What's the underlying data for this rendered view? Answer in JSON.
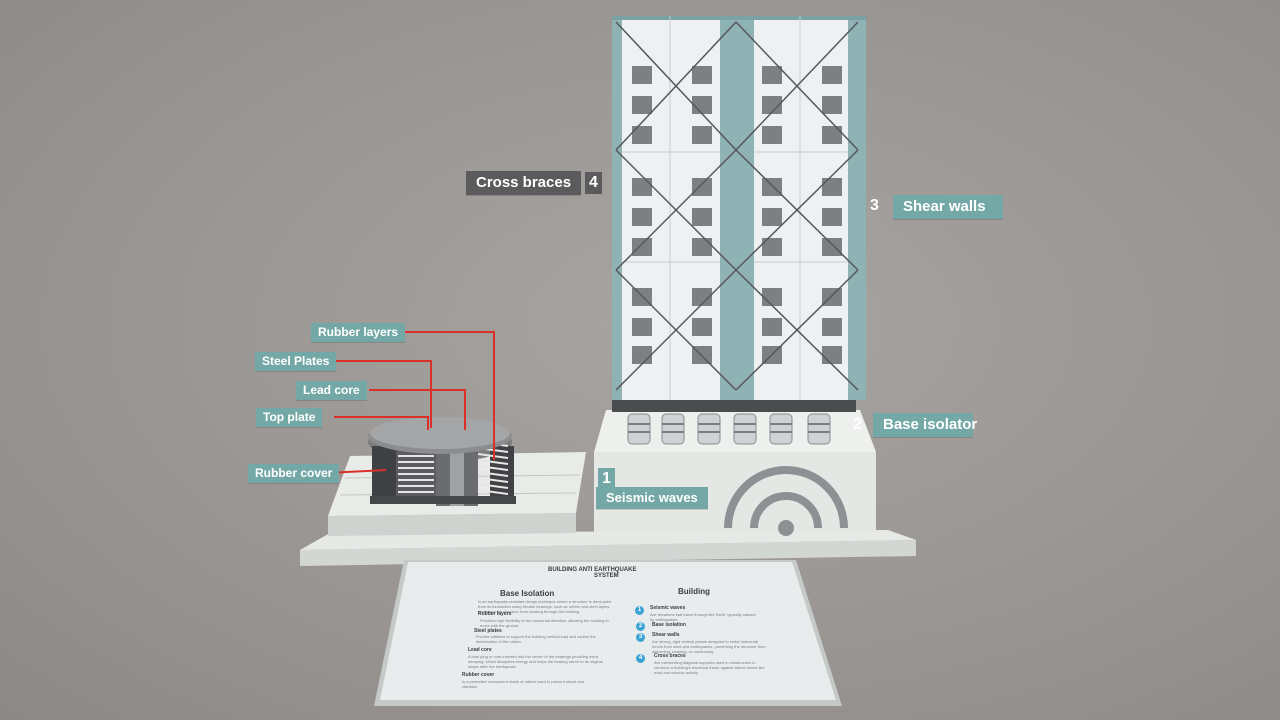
{
  "labels": {
    "rubber_layers": "Rubber layers",
    "steel_plates": "Steel Plates",
    "lead_core": "Lead core",
    "top_plate": "Top plate",
    "rubber_cover": "Rubber cover",
    "cross_braces": "Cross braces",
    "cross_braces_num": "4",
    "shear_walls": "Shear walls",
    "shear_walls_num": "3",
    "base_isolator": "Base isolator",
    "base_isolator_num": "2",
    "seismic_waves": "Seismic waves",
    "seismic_waves_num": "1"
  },
  "info_card": {
    "title_line1": "BUILDING ANTI EARTHQUAKE",
    "title_line2": "SYSTEM",
    "left_heading": "Base Isolation",
    "left_intro": "Is an earthquake-resistant design technique where a structure is decoupled from its foundation using flexible bearings, such as rubber and steel layers protecting the structure from shaking through the building.",
    "left_items": [
      {
        "title": "Rubber layers",
        "text": "Provides high flexibility in the horizontal direction, allowing the building to move with the ground."
      },
      {
        "title": "Steel plates",
        "text": "Provide stiffness to support the building vertical load and control the deformation of the rubber."
      },
      {
        "title": "Lead core",
        "text": "A lead plug or core inserted into the center of the bearings providing extra damping, which dissipates energy and helps the bearing return to its original shape after the earthquake."
      },
      {
        "title": "Rubber cover",
        "text": "Is a protective component made of rubber used to prevent shock and vibration."
      }
    ],
    "right_heading": "Building",
    "right_items": [
      {
        "num": "1",
        "title": "Seismic waves",
        "text": "Are vibrations that travel through the Earth, typically caused by earthquakes."
      },
      {
        "num": "2",
        "title": "Base isolation",
        "text": ""
      },
      {
        "num": "3",
        "title": "Shear walls",
        "text": "Are strong, rigid vertical panels designed to resist horizontal forces from wind and earthquakes, preventing the structure from deforming, swaying, or overturning."
      },
      {
        "num": "4",
        "title": "Cross braces",
        "text": "Are intersecting diagonal supports used in construction to reinforce a building's structural frame against lateral forces like wind and seismic activity."
      }
    ]
  },
  "colors": {
    "teal": "#74a8a6",
    "dark_tag": "#5b5b5d",
    "leader": "#d9302a",
    "accent_dot": "#3ba3d6"
  }
}
